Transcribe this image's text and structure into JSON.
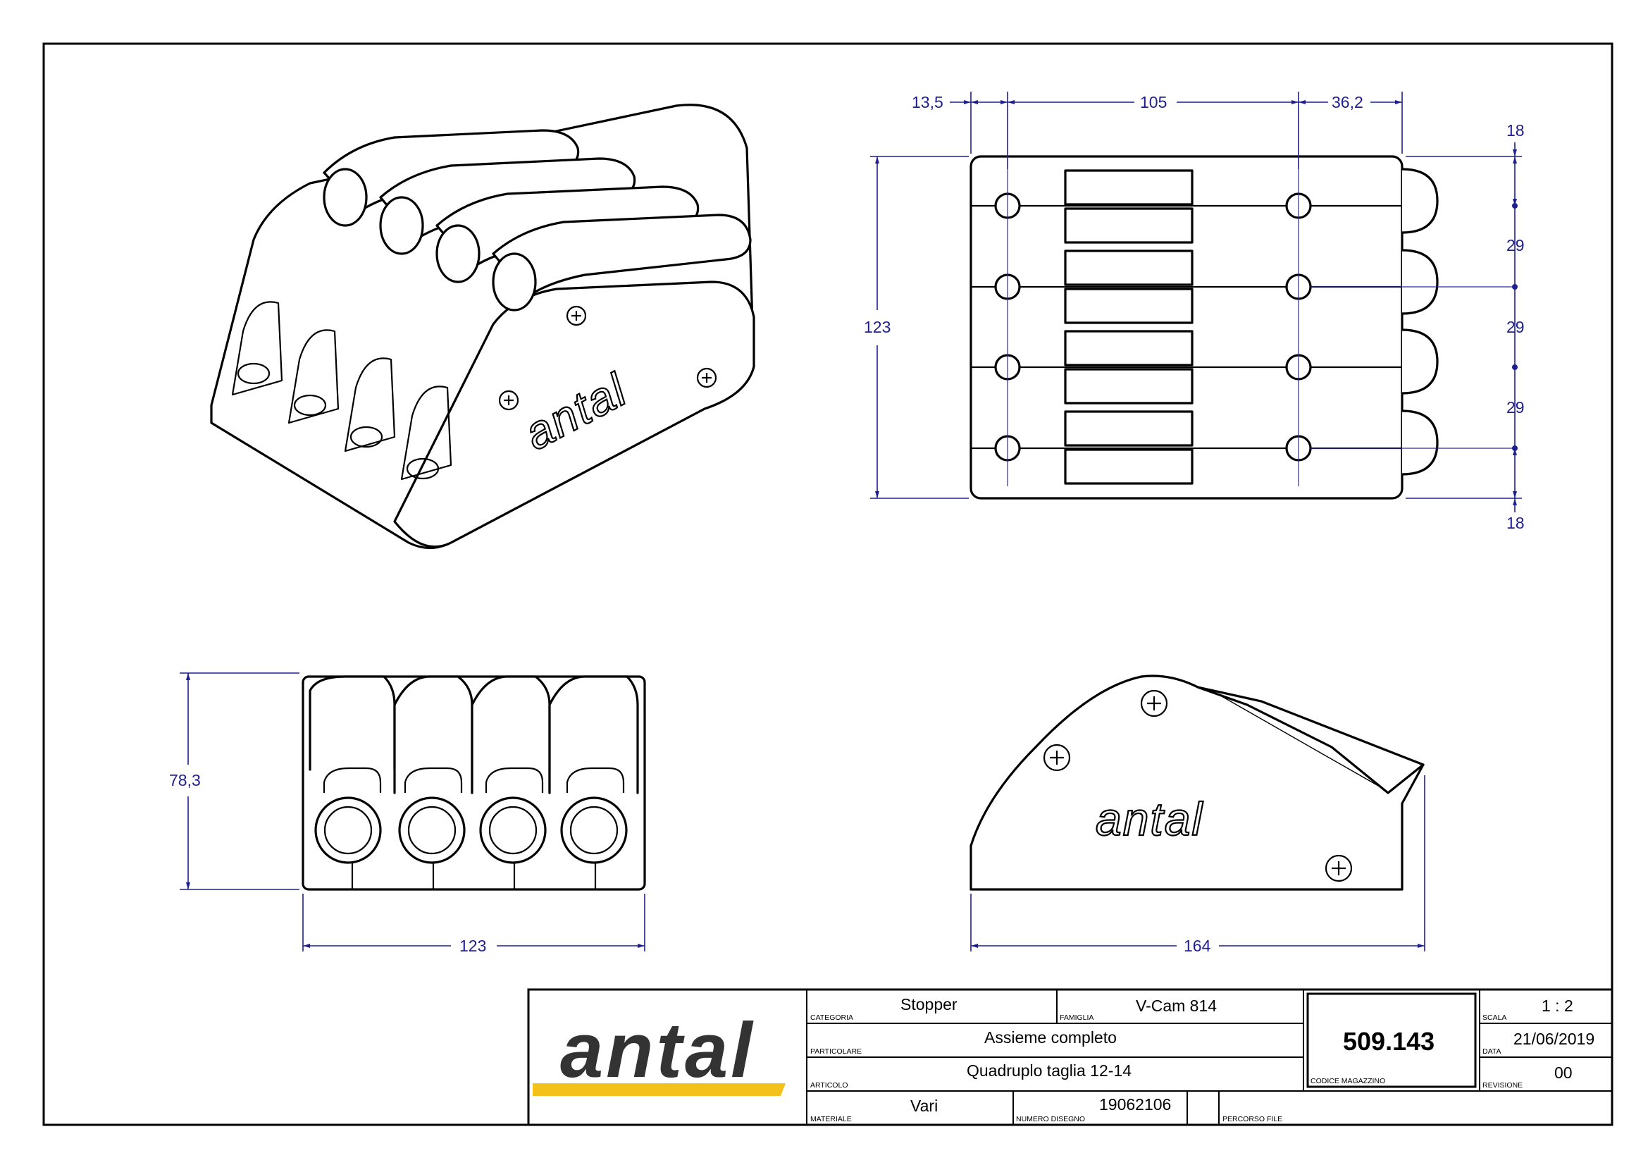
{
  "dimensions": {
    "top_width_left": "13,5",
    "top_width_mid": "105",
    "top_width_right": "36,2",
    "top_height": "123",
    "pitch_top": "18",
    "pitch_1": "29",
    "pitch_2": "29",
    "pitch_3": "29",
    "pitch_bottom": "18",
    "front_height": "78,3",
    "front_width": "123",
    "side_width": "164"
  },
  "part_logo": "antal",
  "title_block": {
    "logo": "antal",
    "categoria_label": "CATEGORIA",
    "categoria": "Stopper",
    "famiglia_label": "FAMIGLIA",
    "famiglia": "V-Cam 814",
    "particolare_label": "PARTICOLARE",
    "particolare": "Assieme completo",
    "articolo_label": "ARTICOLO",
    "articolo": "Quadruplo taglia 12-14",
    "materiale_label": "MATERIALE",
    "materiale": "Vari",
    "numero_disegno_label": "NUMERO DISEGNO",
    "numero_disegno": "19062106",
    "percorso_file_label": "PERCORSO FILE",
    "codice_magazzino_label": "CODICE MAGAZZINO",
    "codice_magazzino": "509.143",
    "scala_label": "SCALA",
    "scala": "1 : 2",
    "data_label": "DATA",
    "data": "21/06/2019",
    "revisione_label": "REVISIONE",
    "revisione": "00"
  },
  "colors": {
    "dimension": "#1f1f8f",
    "logo_stripe": "#f2c21b",
    "logo_text": "#333333"
  }
}
